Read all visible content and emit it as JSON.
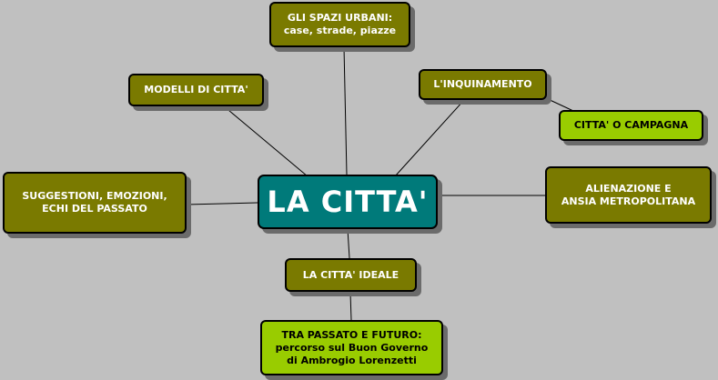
{
  "diagram": {
    "center": "LA CITTA'",
    "nodes": {
      "spazi": "GLI SPAZI URBANI:\ncase, strade, piazze",
      "modelli": "MODELLI DI CITTA'",
      "inquinamento": "L'INQUINAMENTO",
      "campagna": "CITTA' O CAMPAGNA",
      "suggestioni": "SUGGESTIONI, EMOZIONI,\nECHI DEL PASSATO",
      "alienazione": "ALIENAZIONE E\nANSIA METROPOLITANA",
      "ideale": "LA CITTA' IDEALE",
      "passato": "TRA PASSATO E FUTURO:\npercorso sul Buon Governo\ndi Ambrogio Lorenzetti"
    },
    "colors": {
      "background": "#c0c0c0",
      "central_node": "#007a7a",
      "topic_node": "#7a7a00",
      "subtopic_node": "#99cc00",
      "connector": "#000000"
    }
  }
}
